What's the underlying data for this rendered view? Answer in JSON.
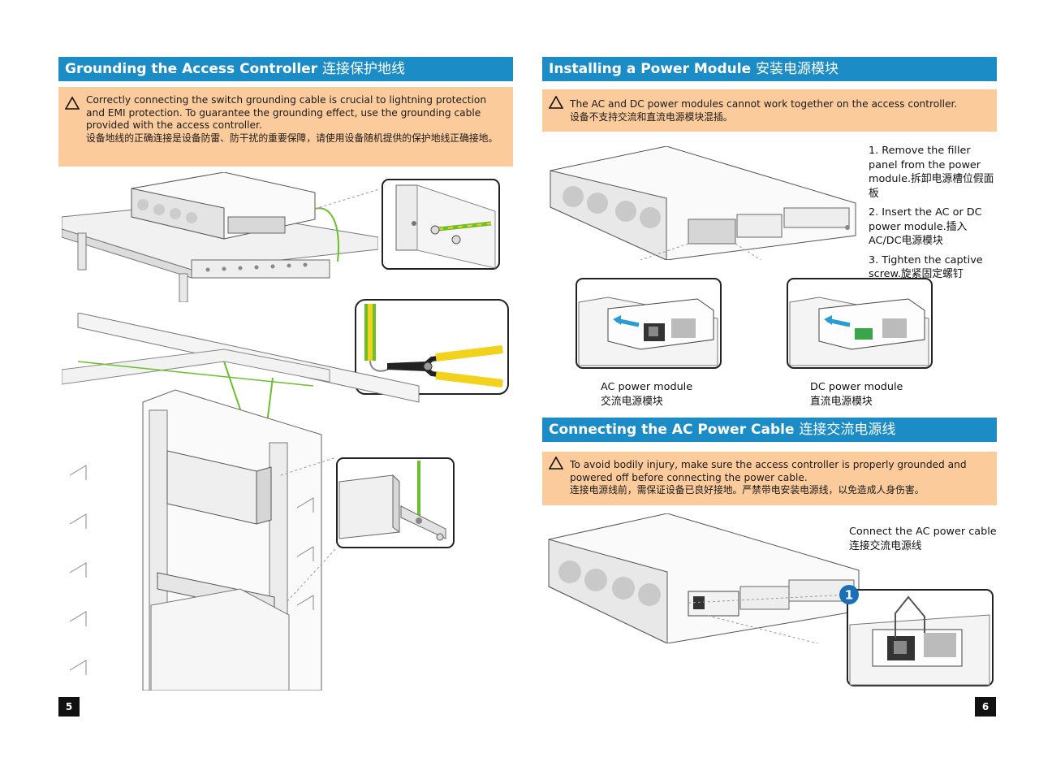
{
  "left": {
    "header": {
      "title_en": "Grounding the Access Controller",
      "title_zh": "连接保护地线"
    },
    "notice": {
      "en": "Correctly connecting the switch grounding cable is crucial to lightning protection and EMI protection. To guarantee the grounding effect, use the grounding cable provided with the access controller.",
      "zh": "设备地线的正确连接是设备防雷、防干扰的重要保障，请使用设备随机提供的保护地线正确接地。"
    },
    "page_number": "5"
  },
  "right": {
    "header1": {
      "title_en": "Installing a Power Module",
      "title_zh": "安装电源模块"
    },
    "notice1": {
      "en": "The AC and DC power modules cannot work together on the access controller.",
      "zh": "设备不支持交流和直流电源模块混插。"
    },
    "steps": [
      {
        "en": "1. Remove the filler panel from the power module.",
        "zh": "拆卸电源槽位假面板"
      },
      {
        "en": "2. Insert the AC or DC power module.",
        "zh": "插入AC/DC电源模块"
      },
      {
        "en": "3. Tighten the captive screw.",
        "zh": "旋紧固定螺钉"
      }
    ],
    "ac_module": {
      "en": "AC power module",
      "zh": "交流电源模块"
    },
    "dc_module": {
      "en": "DC power module",
      "zh": "直流电源模块"
    },
    "header2": {
      "title_en": "Connecting the AC Power Cable",
      "title_zh": "连接交流电源线"
    },
    "notice2": {
      "en": "To avoid bodily injury, make sure the access controller is properly grounded and powered off before connecting the power cable.",
      "zh": "连接电源线前，需保证设备已良好接地。严禁带电安装电源线，以免造成人身伤害。"
    },
    "connect_caption": {
      "en": "Connect the AC power cable",
      "zh": "连接交流电源线"
    },
    "callout_number": "1",
    "page_number": "6"
  },
  "colors": {
    "header": "#1b8cc6",
    "notice": "#fbcb9c",
    "ground_wire": "#6cbf2a",
    "plier_yellow": "#f2d21b"
  }
}
